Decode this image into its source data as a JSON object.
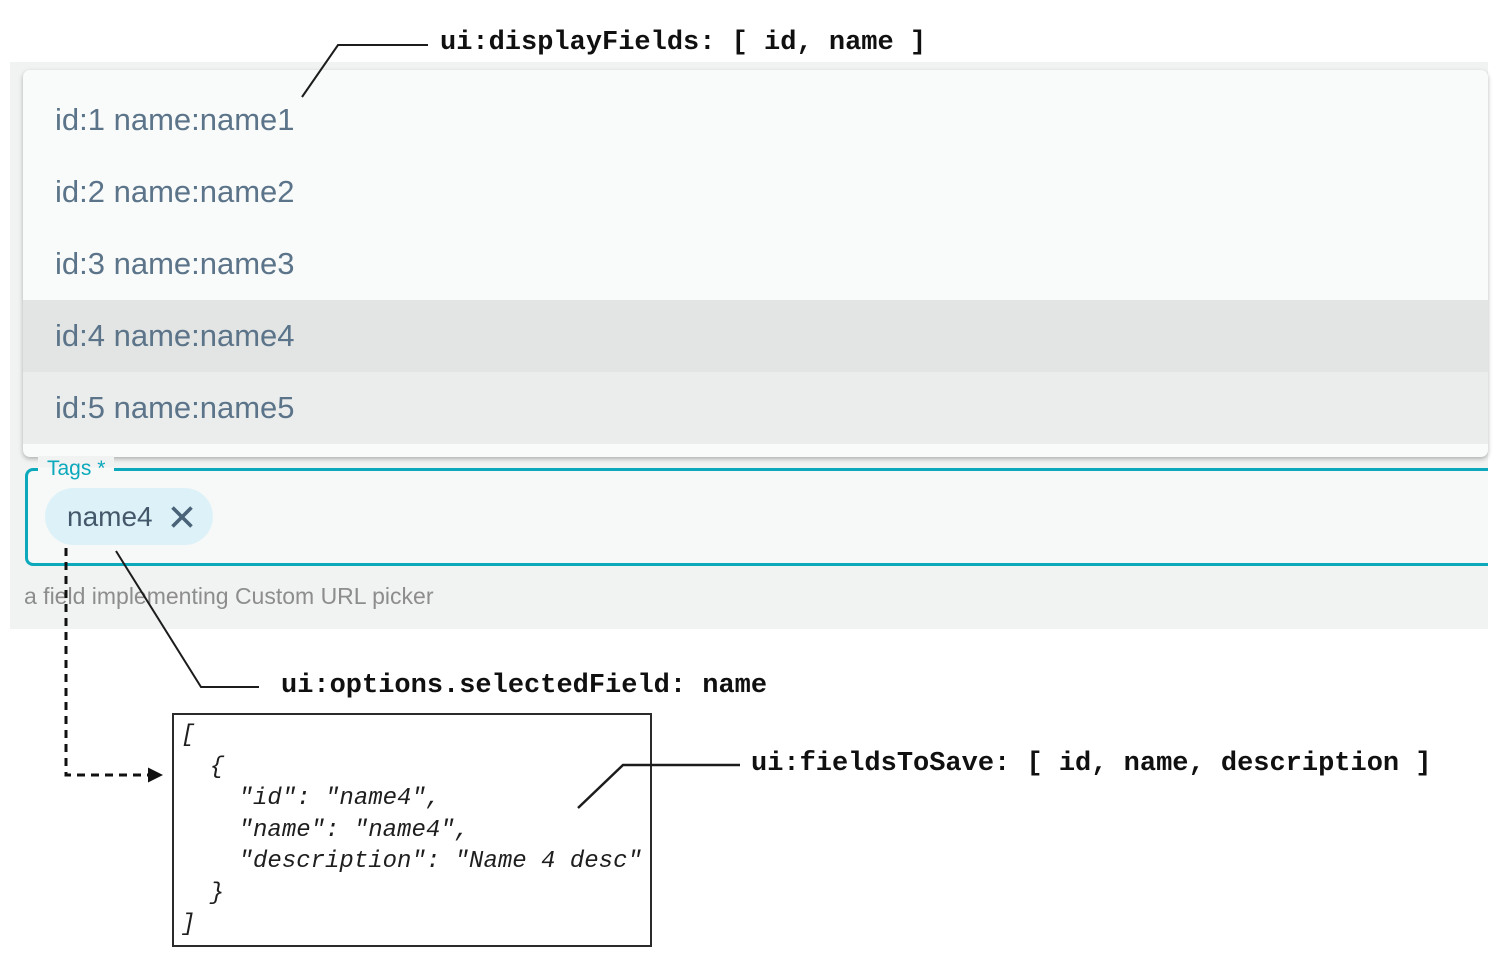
{
  "annotations": {
    "display_fields": {
      "label": "ui:displayFields: [ id, name ]"
    },
    "selected_field": {
      "label": "ui:options.selectedField: name"
    },
    "fields_to_save": {
      "label": "ui:fieldsToSave: [ id, name, description ]"
    }
  },
  "dropdown": {
    "options": [
      {
        "label": "id:1 name:name1",
        "state": "default"
      },
      {
        "label": "id:2 name:name2",
        "state": "default"
      },
      {
        "label": "id:3 name:name3",
        "state": "default"
      },
      {
        "label": "id:4 name:name4",
        "state": "highlighted"
      },
      {
        "label": "id:5 name:name5",
        "state": "hovered"
      }
    ]
  },
  "tags_field": {
    "label": "Tags *",
    "required": true,
    "chips": [
      {
        "text": "name4",
        "remove_icon": "close-icon"
      }
    ],
    "helper_text": "a field implementing Custom URL picker"
  },
  "json_preview": {
    "lines": [
      "[",
      "  {",
      "    \"id\": \"name4\",",
      "    \"name\": \"name4\",",
      "    \"description\": \"Name 4 desc\"",
      "  }",
      "]"
    ]
  },
  "colors": {
    "accent_teal": "#0ca9bc",
    "chip_background": "#ddf2f8",
    "chip_text": "#44586b",
    "dropdown_text": "#5b7489",
    "highlighted_row": "#e3e4e4",
    "hovered_row": "#ebeded",
    "helper_text": "#8d8d8d",
    "annotation_text": "#101010"
  }
}
